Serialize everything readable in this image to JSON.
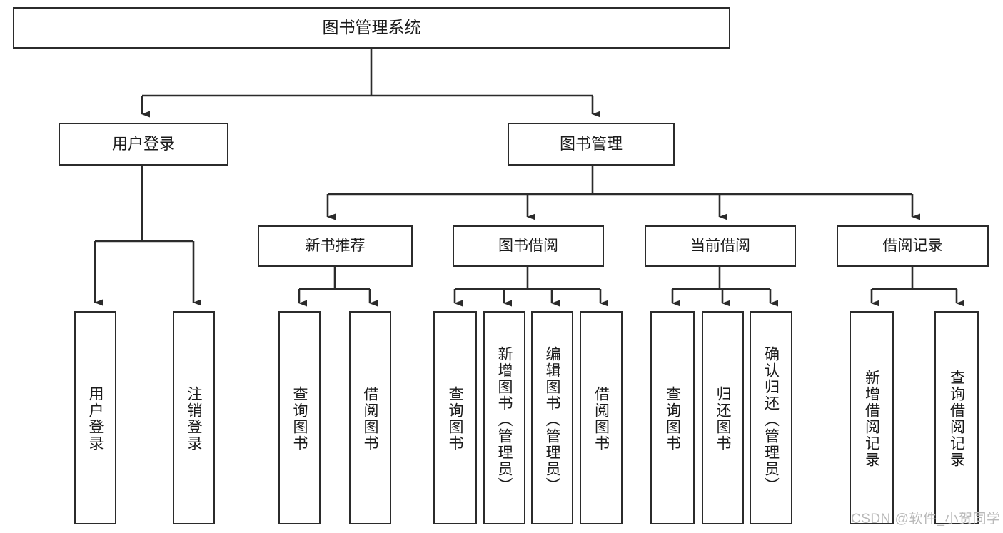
{
  "diagram": {
    "title": "图书管理系统",
    "watermark": "CSDN @软件_小贺同学",
    "colors": {
      "stroke": "#2b2b2b",
      "fill": "#ffffff",
      "text": "#1b1b1b",
      "watermark": "#b9b9b9",
      "background": "#ffffff"
    },
    "nodes": {
      "root": {
        "label": "图书管理系统"
      },
      "level1": [
        {
          "id": "user-login",
          "label": "用户登录"
        },
        {
          "id": "book-management",
          "label": "图书管理"
        }
      ],
      "level2": [
        {
          "id": "new-book-recommend",
          "label": "新书推荐"
        },
        {
          "id": "book-borrow",
          "label": "图书借阅"
        },
        {
          "id": "current-borrow",
          "label": "当前借阅"
        },
        {
          "id": "borrow-record",
          "label": "借阅记录"
        }
      ],
      "leaves": {
        "user-login": [
          {
            "id": "leaf-user-login",
            "label": "用户登录"
          },
          {
            "id": "leaf-logout",
            "label": "注销登录"
          }
        ],
        "new-book-recommend": [
          {
            "id": "leaf-query-book-1",
            "label": "查询图书"
          },
          {
            "id": "leaf-borrow-book-1",
            "label": "借阅图书"
          }
        ],
        "book-borrow": [
          {
            "id": "leaf-query-book-2",
            "label": "查询图书"
          },
          {
            "id": "leaf-add-book",
            "label": "新增图书（管理员）"
          },
          {
            "id": "leaf-edit-book",
            "label": "编辑图书（管理员）"
          },
          {
            "id": "leaf-borrow-book-2",
            "label": "借阅图书"
          }
        ],
        "current-borrow": [
          {
            "id": "leaf-query-book-3",
            "label": "查询图书"
          },
          {
            "id": "leaf-return-book",
            "label": "归还图书"
          },
          {
            "id": "leaf-confirm-return",
            "label": "确认归还（管理员）"
          }
        ],
        "borrow-record": [
          {
            "id": "leaf-add-record",
            "label": "新增借阅记录"
          },
          {
            "id": "leaf-query-record",
            "label": "查询借阅记录"
          }
        ]
      }
    }
  }
}
